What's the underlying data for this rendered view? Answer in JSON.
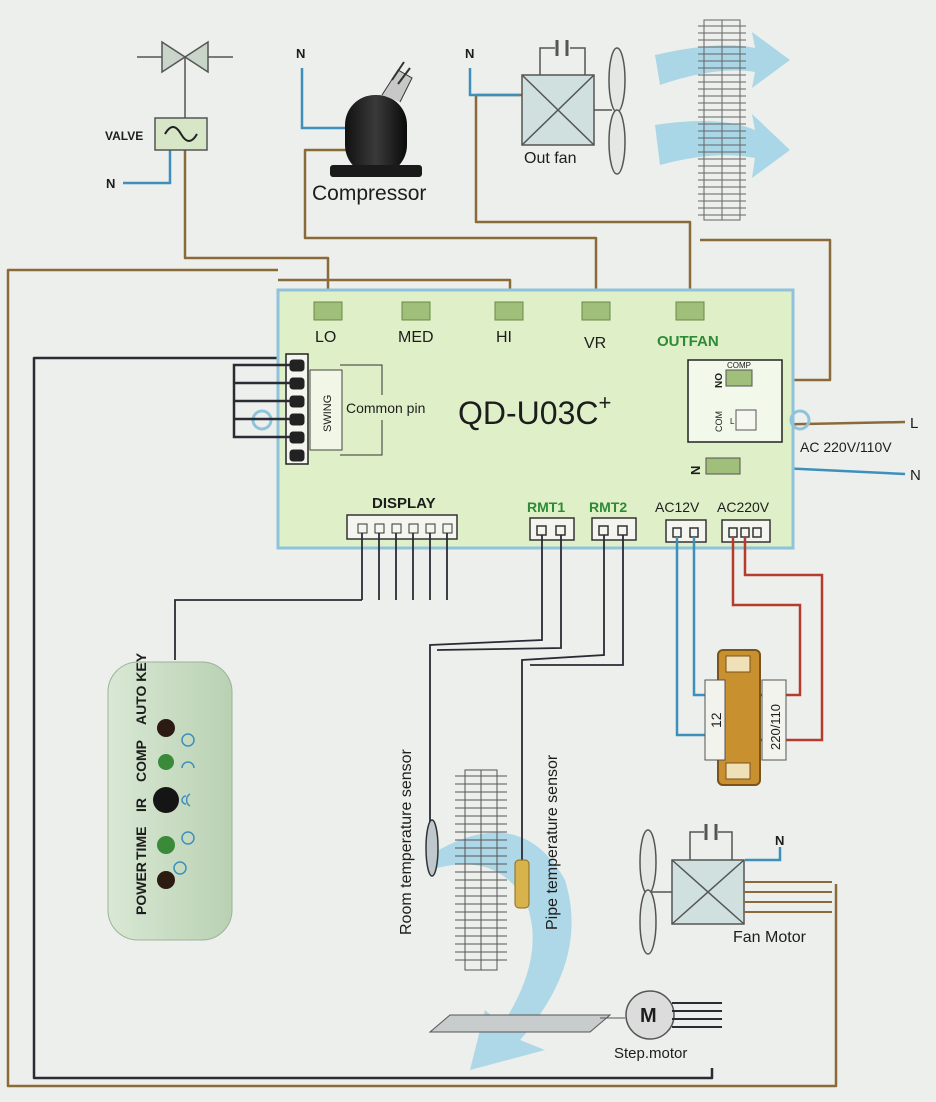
{
  "board": {
    "model": "QD-U03C",
    "model_sup": "+",
    "relays": [
      "LO",
      "MED",
      "HI",
      "VR",
      "OUTFAN"
    ],
    "swing_label": "SWING",
    "common_pin": "Common pin",
    "display_label": "DISPLAY",
    "rmt1_label": "RMT1",
    "rmt2_label": "RMT2",
    "ac12_label": "AC12V",
    "ac220_label": "AC220V",
    "comp_relay_label": "COMP",
    "no_label": "NO",
    "com_label": "COM",
    "l_small": "L",
    "n_terminal": "N"
  },
  "power": {
    "l_label": "L",
    "n_label": "N",
    "ac_label": "AC 220V/110V"
  },
  "components": {
    "valve_label": "VALVE",
    "valve_n": "N",
    "compressor_label": "Compressor",
    "compressor_n": "N",
    "outfan_label": "Out fan",
    "outfan_n": "N",
    "fanmotor_label": "Fan Motor",
    "fanmotor_n": "N",
    "stepmotor_label": "Step.motor",
    "stepmotor_m": "M",
    "room_sensor": "Room temperature sensor",
    "pipe_sensor": "Pipe temperature sensor",
    "transformer_12": "12",
    "transformer_220": "220/110"
  },
  "display_panel": {
    "labels": [
      "AUTO KEY",
      "COMP",
      "IR",
      "TIME",
      "POWER"
    ]
  },
  "colors": {
    "brown_wire": "#8a6a3a",
    "blue_wire": "#3f8fbd",
    "red_wire": "#b83a2e",
    "dark_wire": "#2b2b35",
    "board_fill": "#dff0c8",
    "board_border": "#8fc3dc",
    "airflow": "#9fd2e6"
  }
}
